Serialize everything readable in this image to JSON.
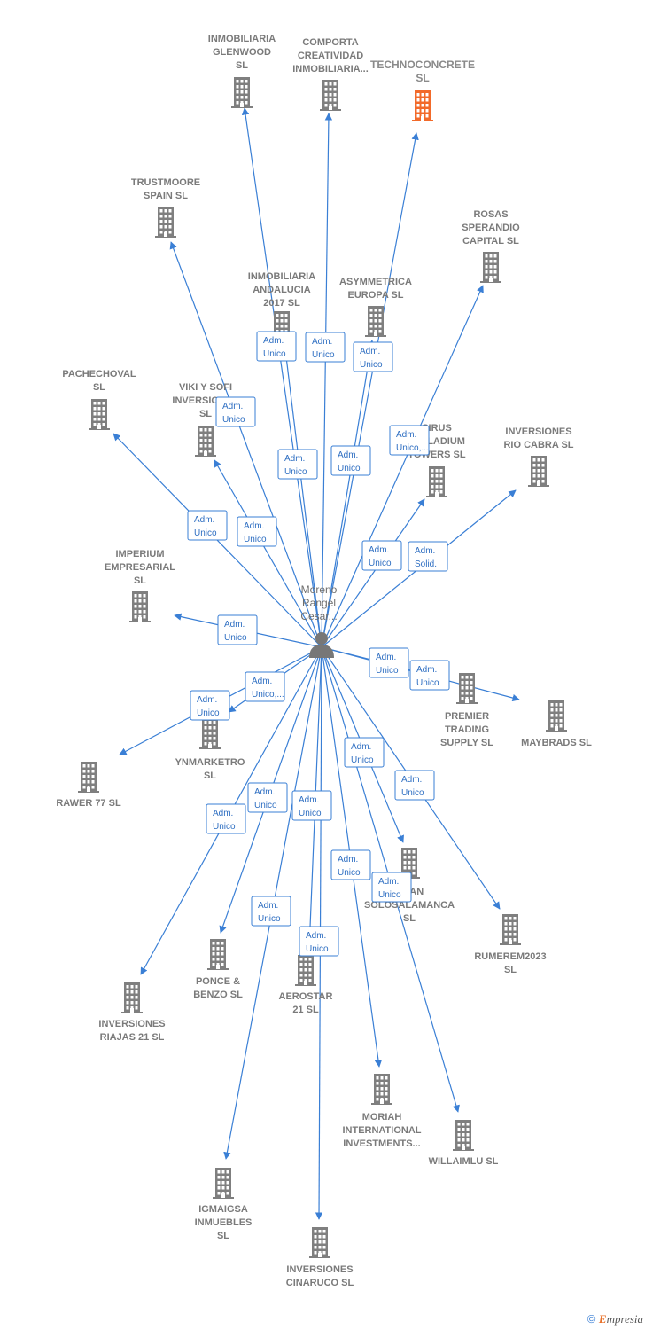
{
  "colors": {
    "edge": "#3a7fd5",
    "building": "#7f7f7f",
    "highlight": "#f26a2a",
    "person": "#777777"
  },
  "icons": {
    "company": "building-icon",
    "person": "person-icon",
    "copyright": "copyright-icon"
  },
  "center": {
    "label": [
      "Moreno",
      "Rangel",
      "Cesar..."
    ]
  },
  "nodes": [
    {
      "id": "glenwood",
      "label": [
        "INMOBILIARIA",
        "GLENWOOD",
        "SL"
      ],
      "highlight": false
    },
    {
      "id": "comporta",
      "label": [
        "COMPORTA",
        "CREATIVIDAD",
        "INMOBILIARIA..."
      ],
      "highlight": false
    },
    {
      "id": "technoconcrete",
      "label": [
        "TECHNOCONCRETE",
        "SL"
      ],
      "highlight": true
    },
    {
      "id": "trustmoore",
      "label": [
        "TRUSTMOORE",
        "SPAIN  SL"
      ],
      "highlight": false
    },
    {
      "id": "rosas",
      "label": [
        "ROSAS",
        "SPERANDIO",
        "CAPITAL  SL"
      ],
      "highlight": false
    },
    {
      "id": "andalucia",
      "label": [
        "INMOBILIARIA",
        "ANDALUCIA",
        "2017  SL"
      ],
      "highlight": false
    },
    {
      "id": "asymmetrica",
      "label": [
        "ASYMMETRICA",
        "EUROPA  SL"
      ],
      "highlight": false
    },
    {
      "id": "pachechoval",
      "label": [
        "PACHECHOVAL",
        "SL"
      ],
      "highlight": false
    },
    {
      "id": "vikisofi",
      "label": [
        "VIKI Y SOFI",
        "INVERSIONES",
        "SL"
      ],
      "highlight": false
    },
    {
      "id": "sirus",
      "label": [
        "SIRUS",
        "PALLADIUM",
        "TOWERS  SL"
      ],
      "highlight": false
    },
    {
      "id": "riocabra",
      "label": [
        "INVERSIONES",
        "RIO CABRA  SL"
      ],
      "highlight": false
    },
    {
      "id": "imperium",
      "label": [
        "IMPERIUM",
        "EMPRESARIAL",
        "SL"
      ],
      "highlight": false
    },
    {
      "id": "premier",
      "label": [
        "PREMIER",
        "TRADING",
        "SUPPLY  SL"
      ],
      "highlight": false
    },
    {
      "id": "maybrads",
      "label": [
        "MAYBRADS  SL"
      ],
      "highlight": false
    },
    {
      "id": "ynmarketro",
      "label": [
        "YNMARKETRO",
        "SL"
      ],
      "highlight": false
    },
    {
      "id": "rawer",
      "label": [
        "RAWER 77  SL"
      ],
      "highlight": false
    },
    {
      "id": "gransolo",
      "label": [
        "GRAN",
        "SOLOSALAMANCA",
        "SL"
      ],
      "highlight": false
    },
    {
      "id": "rumerem",
      "label": [
        "RUMEREM2023",
        "SL"
      ],
      "highlight": false
    },
    {
      "id": "ponce",
      "label": [
        "PONCE &",
        "BENZO  SL"
      ],
      "highlight": false
    },
    {
      "id": "aerostar",
      "label": [
        "AEROSTAR",
        "21  SL"
      ],
      "highlight": false
    },
    {
      "id": "riajas",
      "label": [
        "INVERSIONES",
        "RIAJAS 21  SL"
      ],
      "highlight": false
    },
    {
      "id": "moriah",
      "label": [
        "MORIAH",
        "INTERNATIONAL",
        "INVESTMENTS..."
      ],
      "highlight": false
    },
    {
      "id": "willaimlu",
      "label": [
        "WILLAIMLU  SL"
      ],
      "highlight": false
    },
    {
      "id": "igmaigsa",
      "label": [
        "IGMAIGSA",
        "INMUEBLES",
        "SL"
      ],
      "highlight": false
    },
    {
      "id": "cinaruco",
      "label": [
        "INVERSIONES",
        "CINARUCO  SL"
      ],
      "highlight": false
    }
  ],
  "edges": [
    {
      "to": "glenwood",
      "label": [
        "Adm.",
        "Unico"
      ]
    },
    {
      "to": "comporta",
      "label": [
        "Adm.",
        "Unico"
      ]
    },
    {
      "to": "technoconcrete",
      "label": [
        "Adm.",
        "Unico"
      ]
    },
    {
      "to": "trustmoore",
      "label": [
        "Adm.",
        "Unico"
      ]
    },
    {
      "to": "rosas",
      "label": [
        "Adm.",
        "Unico,..."
      ]
    },
    {
      "to": "andalucia",
      "label": [
        "Adm.",
        "Unico"
      ]
    },
    {
      "to": "asymmetrica",
      "label": [
        "Adm.",
        "Unico"
      ]
    },
    {
      "to": "pachechoval",
      "label": [
        "Adm.",
        "Unico"
      ]
    },
    {
      "to": "vikisofi",
      "label": [
        "Adm.",
        "Unico"
      ]
    },
    {
      "to": "sirus",
      "label": [
        "Adm.",
        "Unico"
      ]
    },
    {
      "to": "riocabra",
      "label": [
        "Adm.",
        "Solid."
      ]
    },
    {
      "to": "imperium",
      "label": [
        "Adm.",
        "Unico"
      ]
    },
    {
      "to": "premier",
      "label": [
        "Adm.",
        "Unico"
      ]
    },
    {
      "to": "maybrads",
      "label": [
        "Adm.",
        "Unico"
      ]
    },
    {
      "to": "ynmarketro",
      "label": [
        "Adm.",
        "Unico,..."
      ]
    },
    {
      "to": "rawer",
      "label": [
        "Adm.",
        "Unico"
      ]
    },
    {
      "to": "gransolo",
      "label": [
        "Adm.",
        "Unico"
      ]
    },
    {
      "to": "rumerem",
      "label": [
        "Adm.",
        "Unico"
      ]
    },
    {
      "to": "ponce",
      "label": [
        "Adm.",
        "Unico"
      ]
    },
    {
      "to": "aerostar",
      "label": [
        "Adm.",
        "Unico"
      ]
    },
    {
      "to": "riajas",
      "label": [
        "Adm.",
        "Unico"
      ]
    },
    {
      "to": "moriah",
      "label": [
        "Adm.",
        "Unico"
      ]
    },
    {
      "to": "willaimlu",
      "label": [
        "Adm.",
        "Unico"
      ]
    },
    {
      "to": "igmaigsa",
      "label": [
        "Adm.",
        "Unico"
      ]
    },
    {
      "to": "cinaruco",
      "label": [
        "Adm.",
        "Unico"
      ]
    }
  ],
  "footer": {
    "copyright": "©",
    "brand_first": "E",
    "brand_rest": "mpresia"
  }
}
